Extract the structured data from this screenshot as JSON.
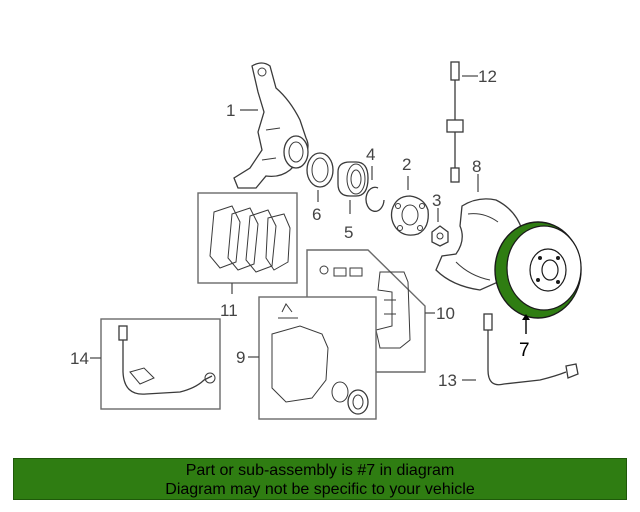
{
  "callouts": {
    "c1": "1",
    "c2": "2",
    "c3": "3",
    "c4": "4",
    "c5": "5",
    "c6": "6",
    "c7": "7",
    "c8": "8",
    "c9": "9",
    "c10": "10",
    "c11": "11",
    "c12": "12",
    "c13": "13",
    "c14": "14"
  },
  "banner": {
    "line1": "Part or sub-assembly is #7 in diagram",
    "line2": "Diagram may not be specific to your vehicle"
  },
  "colors": {
    "banner_bg": "#2f7d12",
    "highlight_part": "#2f7d12"
  }
}
